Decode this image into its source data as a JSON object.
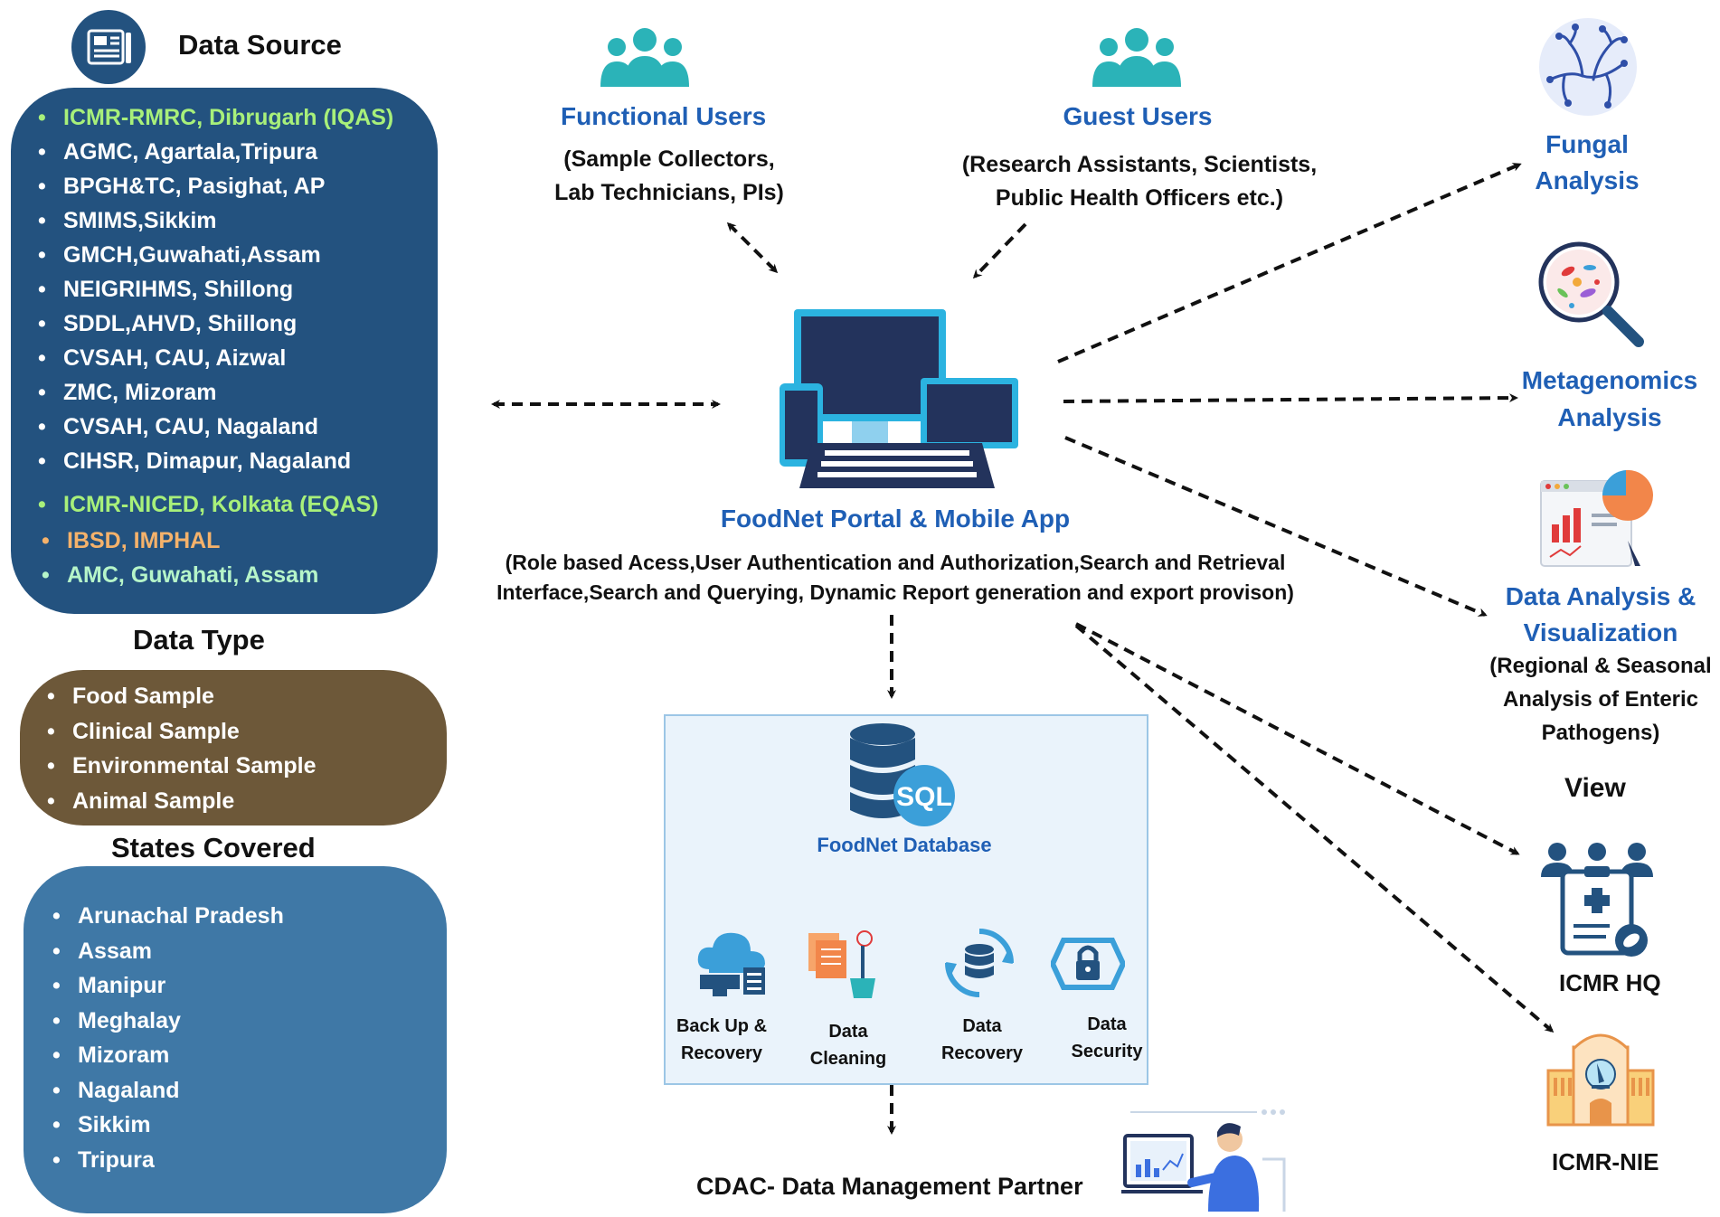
{
  "data_source": {
    "title": "Data Source",
    "items": [
      {
        "label": "ICMR-RMRC, Dibrugarh (IQAS)",
        "style": "green"
      },
      {
        "label": "AGMC, Agartala,Tripura",
        "style": "white"
      },
      {
        "label": "BPGH&TC, Pasighat, AP",
        "style": "white"
      },
      {
        "label": "SMIMS,Sikkim",
        "style": "white"
      },
      {
        "label": "GMCH,Guwahati,Assam",
        "style": "white"
      },
      {
        "label": "NEIGRIHMS, Shillong",
        "style": "white"
      },
      {
        "label": "SDDL,AHVD, Shillong",
        "style": "white"
      },
      {
        "label": "CVSAH, CAU, Aizwal",
        "style": "white"
      },
      {
        "label": "ZMC, Mizoram",
        "style": "white"
      },
      {
        "label": "CVSAH, CAU, Nagaland",
        "style": "white"
      },
      {
        "label": "CIHSR, Dimapur, Nagaland",
        "style": "white"
      },
      {
        "label": "ICMR-NICED, Kolkata (EQAS)",
        "style": "green"
      },
      {
        "label": "IBSD, IMPHAL",
        "style": "orange"
      },
      {
        "label": "AMC, Guwahati, Assam",
        "style": "mint"
      }
    ]
  },
  "data_type": {
    "title": "Data Type",
    "items": [
      "Food Sample",
      "Clinical Sample",
      "Environmental Sample",
      "Animal Sample"
    ]
  },
  "states_covered": {
    "title": "States Covered",
    "items": [
      "Arunachal Pradesh",
      "Assam",
      "Manipur",
      "Meghalay",
      "Mizoram",
      "Nagaland",
      "Sikkim",
      "Tripura"
    ]
  },
  "functional_users": {
    "title": "Functional Users",
    "line1": "(Sample Collectors,",
    "line2": "Lab Technicians, PIs)"
  },
  "guest_users": {
    "title": "Guest Users",
    "line1": "(Research Assistants, Scientists,",
    "line2": "Public Health Officers etc.)"
  },
  "portal": {
    "title": "FoodNet Portal & Mobile App",
    "line1": "(Role based  Acess,User Authentication and Authorization,Search and Retrieval",
    "line2": "Interface,Search and Querying, Dynamic Report generation and export provison)"
  },
  "database": {
    "title": "FoodNet Database",
    "sql_label": "SQL",
    "functions": [
      {
        "line1": "Back Up  &",
        "line2": "Recovery"
      },
      {
        "line1": "Data",
        "line2": "Cleaning"
      },
      {
        "line1": "Data",
        "line2": "Recovery"
      },
      {
        "line1": "Data",
        "line2": "Security"
      }
    ]
  },
  "cdac": {
    "label": "CDAC- Data Management Partner"
  },
  "analyses": {
    "fungal": {
      "line1": "Fungal",
      "line2": "Analysis"
    },
    "metagenomics": {
      "line1": "Metagenomics",
      "line2": "Analysis"
    },
    "visualization": {
      "line1": "Data Analysis &",
      "line2": "Visualization",
      "desc1": "(Regional & Seasonal",
      "desc2": "Analysis of Enteric",
      "desc3": "Pathogens)"
    }
  },
  "view": {
    "title": "View",
    "icmr_hq": "ICMR HQ",
    "icmr_nie": "ICMR-NIE"
  },
  "colors": {
    "source_panel": "#23527f",
    "type_panel": "#6d5839",
    "states_panel": "#3f78a6",
    "accent_blue": "#1f5fb5",
    "teal": "#2bb3b8"
  }
}
